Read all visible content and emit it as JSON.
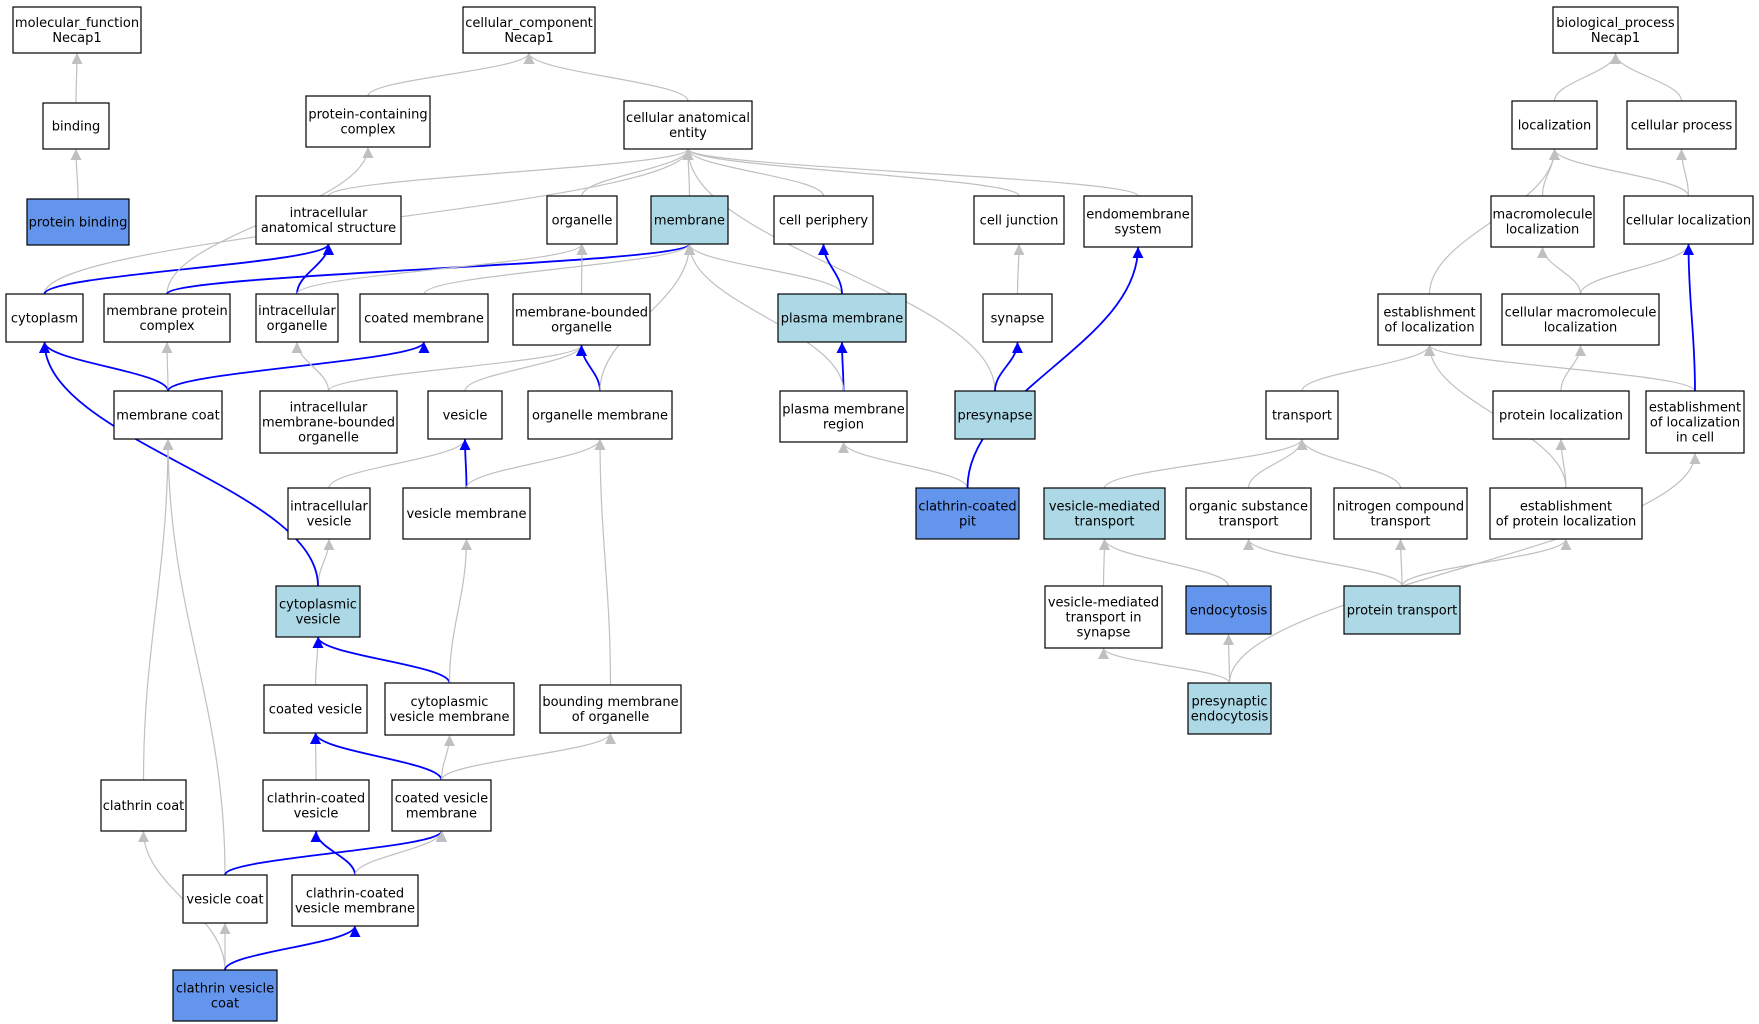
{
  "colors": {
    "plain": "#ffffff",
    "light": "#add8e6",
    "dark": "#6495ed",
    "edge_gray": "#c0c0c0",
    "edge_blue": "#0000ff"
  },
  "nodes": [
    {
      "id": "mf",
      "lines": [
        "molecular_function",
        "Necap1"
      ],
      "fill": "plain"
    },
    {
      "id": "cc",
      "lines": [
        "cellular_component",
        "Necap1"
      ],
      "fill": "plain"
    },
    {
      "id": "bp",
      "lines": [
        "biological_process",
        "Necap1"
      ],
      "fill": "plain"
    },
    {
      "id": "binding",
      "lines": [
        "binding"
      ],
      "fill": "plain"
    },
    {
      "id": "protbind",
      "lines": [
        "protein binding"
      ],
      "fill": "dark"
    },
    {
      "id": "pcc",
      "lines": [
        "protein-containing",
        "complex"
      ],
      "fill": "plain"
    },
    {
      "id": "cae",
      "lines": [
        "cellular anatomical",
        "entity"
      ],
      "fill": "plain"
    },
    {
      "id": "ias",
      "lines": [
        "intracellular",
        "anatomical structure"
      ],
      "fill": "plain"
    },
    {
      "id": "organelle",
      "lines": [
        "organelle"
      ],
      "fill": "plain"
    },
    {
      "id": "membrane",
      "lines": [
        "membrane"
      ],
      "fill": "light"
    },
    {
      "id": "cellper",
      "lines": [
        "cell periphery"
      ],
      "fill": "plain"
    },
    {
      "id": "celljunc",
      "lines": [
        "cell junction"
      ],
      "fill": "plain"
    },
    {
      "id": "endomem",
      "lines": [
        "endomembrane",
        "system"
      ],
      "fill": "plain"
    },
    {
      "id": "cytoplasm",
      "lines": [
        "cytoplasm"
      ],
      "fill": "plain"
    },
    {
      "id": "mpc",
      "lines": [
        "membrane protein",
        "complex"
      ],
      "fill": "plain"
    },
    {
      "id": "intorg",
      "lines": [
        "intracellular",
        "organelle"
      ],
      "fill": "plain"
    },
    {
      "id": "coatmem",
      "lines": [
        "coated membrane"
      ],
      "fill": "plain"
    },
    {
      "id": "mbo",
      "lines": [
        "membrane-bounded",
        "organelle"
      ],
      "fill": "plain"
    },
    {
      "id": "plasmamem",
      "lines": [
        "plasma membrane"
      ],
      "fill": "light"
    },
    {
      "id": "synapse",
      "lines": [
        "synapse"
      ],
      "fill": "plain"
    },
    {
      "id": "memcoat",
      "lines": [
        "membrane coat"
      ],
      "fill": "plain"
    },
    {
      "id": "imbo",
      "lines": [
        "intracellular",
        "membrane-bounded",
        "organelle"
      ],
      "fill": "plain"
    },
    {
      "id": "vesicle",
      "lines": [
        "vesicle"
      ],
      "fill": "plain"
    },
    {
      "id": "orgmem",
      "lines": [
        "organelle membrane"
      ],
      "fill": "plain"
    },
    {
      "id": "pmr",
      "lines": [
        "plasma membrane",
        "region"
      ],
      "fill": "plain"
    },
    {
      "id": "presyn",
      "lines": [
        "presynapse"
      ],
      "fill": "light"
    },
    {
      "id": "intves",
      "lines": [
        "intracellular",
        "vesicle"
      ],
      "fill": "plain"
    },
    {
      "id": "vesmem",
      "lines": [
        "vesicle membrane"
      ],
      "fill": "plain"
    },
    {
      "id": "ccp",
      "lines": [
        "clathrin-coated",
        "pit"
      ],
      "fill": "dark"
    },
    {
      "id": "cytoves",
      "lines": [
        "cytoplasmic",
        "vesicle"
      ],
      "fill": "light"
    },
    {
      "id": "coatves",
      "lines": [
        "coated vesicle"
      ],
      "fill": "plain"
    },
    {
      "id": "cvm",
      "lines": [
        "cytoplasmic",
        "vesicle membrane"
      ],
      "fill": "plain"
    },
    {
      "id": "bmo",
      "lines": [
        "bounding membrane",
        "of organelle"
      ],
      "fill": "plain"
    },
    {
      "id": "clathcoat",
      "lines": [
        "clathrin coat"
      ],
      "fill": "plain"
    },
    {
      "id": "ccv",
      "lines": [
        "clathrin-coated",
        "vesicle"
      ],
      "fill": "plain"
    },
    {
      "id": "coatvesmem",
      "lines": [
        "coated vesicle",
        "membrane"
      ],
      "fill": "plain"
    },
    {
      "id": "vescoat",
      "lines": [
        "vesicle coat"
      ],
      "fill": "plain"
    },
    {
      "id": "ccvm",
      "lines": [
        "clathrin-coated",
        "vesicle membrane"
      ],
      "fill": "plain"
    },
    {
      "id": "cvc",
      "lines": [
        "clathrin vesicle",
        "coat"
      ],
      "fill": "dark"
    },
    {
      "id": "localization",
      "lines": [
        "localization"
      ],
      "fill": "plain"
    },
    {
      "id": "cellproc",
      "lines": [
        "cellular process"
      ],
      "fill": "plain"
    },
    {
      "id": "macloc",
      "lines": [
        "macromolecule",
        "localization"
      ],
      "fill": "plain"
    },
    {
      "id": "cellloc",
      "lines": [
        "cellular localization"
      ],
      "fill": "plain"
    },
    {
      "id": "estloc",
      "lines": [
        "establishment",
        "of localization"
      ],
      "fill": "plain"
    },
    {
      "id": "cmacloc",
      "lines": [
        "cellular macromolecule",
        "localization"
      ],
      "fill": "plain"
    },
    {
      "id": "transport",
      "lines": [
        "transport"
      ],
      "fill": "plain"
    },
    {
      "id": "protloc",
      "lines": [
        "protein localization"
      ],
      "fill": "plain"
    },
    {
      "id": "estlocincell",
      "lines": [
        "establishment",
        "of localization",
        "in cell"
      ],
      "fill": "plain"
    },
    {
      "id": "vmt",
      "lines": [
        "vesicle-mediated",
        "transport"
      ],
      "fill": "light"
    },
    {
      "id": "ost",
      "lines": [
        "organic substance",
        "transport"
      ],
      "fill": "plain"
    },
    {
      "id": "nct",
      "lines": [
        "nitrogen compound",
        "transport"
      ],
      "fill": "plain"
    },
    {
      "id": "estprotloc",
      "lines": [
        "establishment",
        "of protein localization"
      ],
      "fill": "plain"
    },
    {
      "id": "vmtsyn",
      "lines": [
        "vesicle-mediated",
        "transport in",
        "synapse"
      ],
      "fill": "plain"
    },
    {
      "id": "endocytosis",
      "lines": [
        "endocytosis"
      ],
      "fill": "dark"
    },
    {
      "id": "prottrans",
      "lines": [
        "protein transport"
      ],
      "fill": "light"
    },
    {
      "id": "presynendo",
      "lines": [
        "presynaptic",
        "endocytosis"
      ],
      "fill": "light"
    }
  ],
  "edges": [
    {
      "from": "binding",
      "to": "mf",
      "color": "gray"
    },
    {
      "from": "protbind",
      "to": "binding",
      "color": "gray"
    },
    {
      "from": "pcc",
      "to": "cc",
      "color": "gray"
    },
    {
      "from": "cae",
      "to": "cc",
      "color": "gray"
    },
    {
      "from": "ias",
      "to": "cae",
      "color": "gray"
    },
    {
      "from": "organelle",
      "to": "cae",
      "color": "gray"
    },
    {
      "from": "membrane",
      "to": "cae",
      "color": "gray"
    },
    {
      "from": "cellper",
      "to": "cae",
      "color": "gray"
    },
    {
      "from": "celljunc",
      "to": "cae",
      "color": "gray"
    },
    {
      "from": "endomem",
      "to": "cae",
      "color": "gray"
    },
    {
      "from": "cytoplasm",
      "to": "cae",
      "color": "gray"
    },
    {
      "from": "presyn",
      "to": "cae",
      "color": "gray"
    },
    {
      "from": "cytoplasm",
      "to": "ias",
      "color": "blue"
    },
    {
      "from": "mpc",
      "to": "pcc",
      "color": "gray"
    },
    {
      "from": "mpc",
      "to": "membrane",
      "color": "blue"
    },
    {
      "from": "intorg",
      "to": "ias",
      "color": "blue"
    },
    {
      "from": "intorg",
      "to": "organelle",
      "color": "gray"
    },
    {
      "from": "coatmem",
      "to": "membrane",
      "color": "gray"
    },
    {
      "from": "mbo",
      "to": "organelle",
      "color": "gray"
    },
    {
      "from": "plasmamem",
      "to": "membrane",
      "color": "gray"
    },
    {
      "from": "plasmamem",
      "to": "cellper",
      "color": "blue"
    },
    {
      "from": "synapse",
      "to": "celljunc",
      "color": "gray"
    },
    {
      "from": "memcoat",
      "to": "cytoplasm",
      "color": "blue"
    },
    {
      "from": "memcoat",
      "to": "mpc",
      "color": "gray"
    },
    {
      "from": "memcoat",
      "to": "coatmem",
      "color": "blue"
    },
    {
      "from": "imbo",
      "to": "intorg",
      "color": "gray"
    },
    {
      "from": "imbo",
      "to": "mbo",
      "color": "gray"
    },
    {
      "from": "vesicle",
      "to": "mbo",
      "color": "gray"
    },
    {
      "from": "orgmem",
      "to": "mbo",
      "color": "blue"
    },
    {
      "from": "orgmem",
      "to": "membrane",
      "color": "gray"
    },
    {
      "from": "pmr",
      "to": "plasmamem",
      "color": "blue"
    },
    {
      "from": "pmr",
      "to": "membrane",
      "color": "gray"
    },
    {
      "from": "presyn",
      "to": "synapse",
      "color": "blue"
    },
    {
      "from": "intves",
      "to": "vesicle",
      "color": "gray"
    },
    {
      "from": "vesmem",
      "to": "vesicle",
      "color": "blue"
    },
    {
      "from": "vesmem",
      "to": "orgmem",
      "color": "gray"
    },
    {
      "from": "ccp",
      "to": "pmr",
      "color": "gray"
    },
    {
      "from": "ccp",
      "to": "endomem",
      "color": "blue"
    },
    {
      "from": "cytoves",
      "to": "intves",
      "color": "gray"
    },
    {
      "from": "cytoves",
      "to": "cytoplasm",
      "color": "blue"
    },
    {
      "from": "coatves",
      "to": "cytoves",
      "color": "gray"
    },
    {
      "from": "cvm",
      "to": "cytoves",
      "color": "blue"
    },
    {
      "from": "cvm",
      "to": "vesmem",
      "color": "gray"
    },
    {
      "from": "bmo",
      "to": "orgmem",
      "color": "gray"
    },
    {
      "from": "clathcoat",
      "to": "memcoat",
      "color": "gray"
    },
    {
      "from": "ccv",
      "to": "coatves",
      "color": "gray"
    },
    {
      "from": "coatvesmem",
      "to": "coatves",
      "color": "blue"
    },
    {
      "from": "coatvesmem",
      "to": "cvm",
      "color": "gray"
    },
    {
      "from": "coatvesmem",
      "to": "bmo",
      "color": "gray"
    },
    {
      "from": "vescoat",
      "to": "memcoat",
      "color": "gray"
    },
    {
      "from": "vescoat",
      "to": "coatvesmem",
      "color": "blue"
    },
    {
      "from": "ccvm",
      "to": "ccv",
      "color": "blue"
    },
    {
      "from": "ccvm",
      "to": "coatvesmem",
      "color": "gray"
    },
    {
      "from": "cvc",
      "to": "clathcoat",
      "color": "gray"
    },
    {
      "from": "cvc",
      "to": "vescoat",
      "color": "gray"
    },
    {
      "from": "cvc",
      "to": "ccvm",
      "color": "blue"
    },
    {
      "from": "localization",
      "to": "bp",
      "color": "gray"
    },
    {
      "from": "cellproc",
      "to": "bp",
      "color": "gray"
    },
    {
      "from": "macloc",
      "to": "localization",
      "color": "gray"
    },
    {
      "from": "cellloc",
      "to": "localization",
      "color": "gray"
    },
    {
      "from": "cellloc",
      "to": "cellproc",
      "color": "gray"
    },
    {
      "from": "estloc",
      "to": "localization",
      "color": "gray"
    },
    {
      "from": "cmacloc",
      "to": "macloc",
      "color": "gray"
    },
    {
      "from": "cmacloc",
      "to": "cellloc",
      "color": "gray"
    },
    {
      "from": "transport",
      "to": "estloc",
      "color": "gray"
    },
    {
      "from": "protloc",
      "to": "cmacloc",
      "color": "gray"
    },
    {
      "from": "estlocincell",
      "to": "estloc",
      "color": "gray"
    },
    {
      "from": "estlocincell",
      "to": "cellloc",
      "color": "blue"
    },
    {
      "from": "vmt",
      "to": "transport",
      "color": "gray"
    },
    {
      "from": "ost",
      "to": "transport",
      "color": "gray"
    },
    {
      "from": "nct",
      "to": "transport",
      "color": "gray"
    },
    {
      "from": "estprotloc",
      "to": "estloc",
      "color": "gray"
    },
    {
      "from": "estprotloc",
      "to": "protloc",
      "color": "gray"
    },
    {
      "from": "vmtsyn",
      "to": "vmt",
      "color": "gray"
    },
    {
      "from": "endocytosis",
      "to": "vmt",
      "color": "gray"
    },
    {
      "from": "prottrans",
      "to": "ost",
      "color": "gray"
    },
    {
      "from": "prottrans",
      "to": "nct",
      "color": "gray"
    },
    {
      "from": "prottrans",
      "to": "estprotloc",
      "color": "gray"
    },
    {
      "from": "presynendo",
      "to": "vmtsyn",
      "color": "gray"
    },
    {
      "from": "presynendo",
      "to": "endocytosis",
      "color": "gray"
    },
    {
      "from": "presynendo",
      "to": "estlocincell",
      "color": "gray"
    }
  ]
}
